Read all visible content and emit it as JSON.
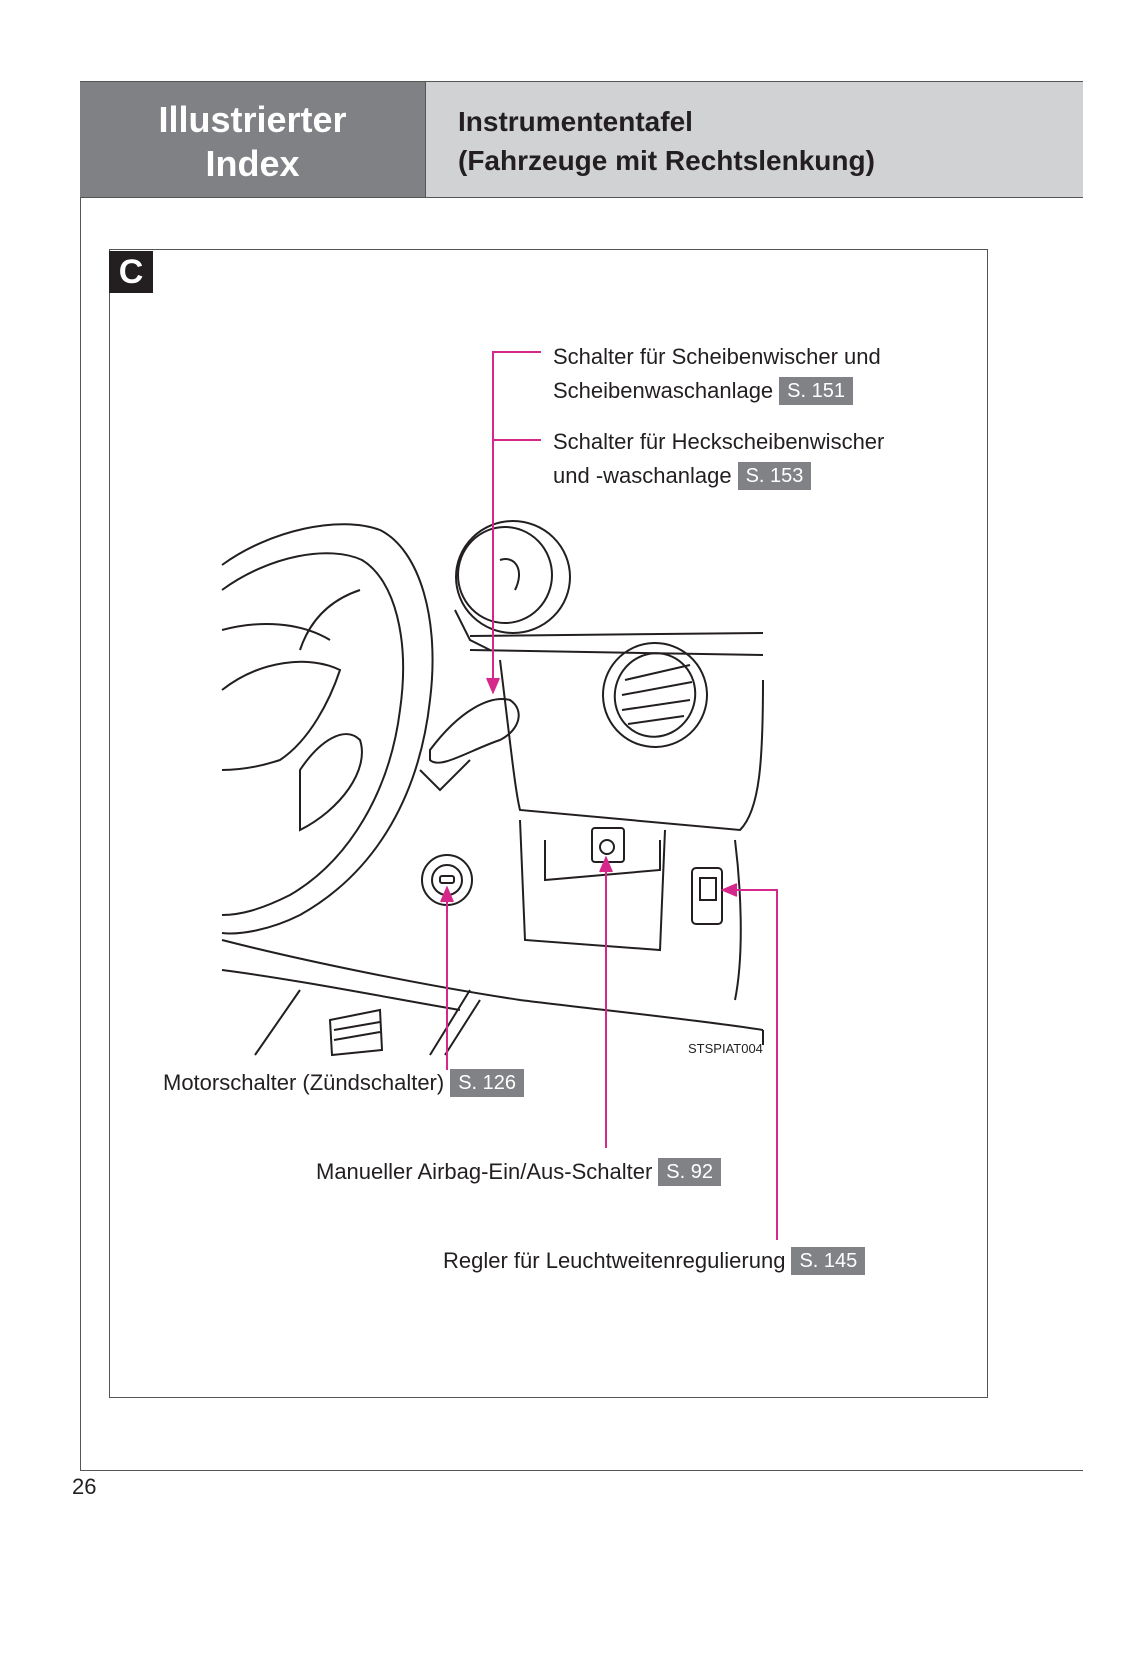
{
  "header": {
    "section_title_line1": "Illustrierter",
    "section_title_line2": "Index",
    "page_title_line1": "Instrumententafel",
    "page_title_line2": "(Fahrzeuge mit Rechtslenkung)"
  },
  "figure": {
    "badge": "C",
    "image_code": "STSPIAT004",
    "callouts": [
      {
        "line1": "Schalter für Scheibenwischer und",
        "line2": "Scheibenwaschanlage",
        "page": "S. 151"
      },
      {
        "line1": "Schalter für Heckscheibenwischer",
        "line2": "und -waschanlage",
        "page": "S. 153"
      },
      {
        "label": "Motorschalter (Zündschalter)",
        "page": "S. 126"
      },
      {
        "label": "Manueller Airbag-Ein/Aus-Schalter",
        "page": "S. 92"
      },
      {
        "label": "Regler für Leuchtweitenregulierung",
        "page": "S. 145"
      }
    ],
    "colors": {
      "leader": "#d6278a",
      "page_badge": "#808285",
      "header_dark": "#808184",
      "header_light": "#d1d2d4"
    }
  },
  "footer": {
    "page_number": "26"
  }
}
